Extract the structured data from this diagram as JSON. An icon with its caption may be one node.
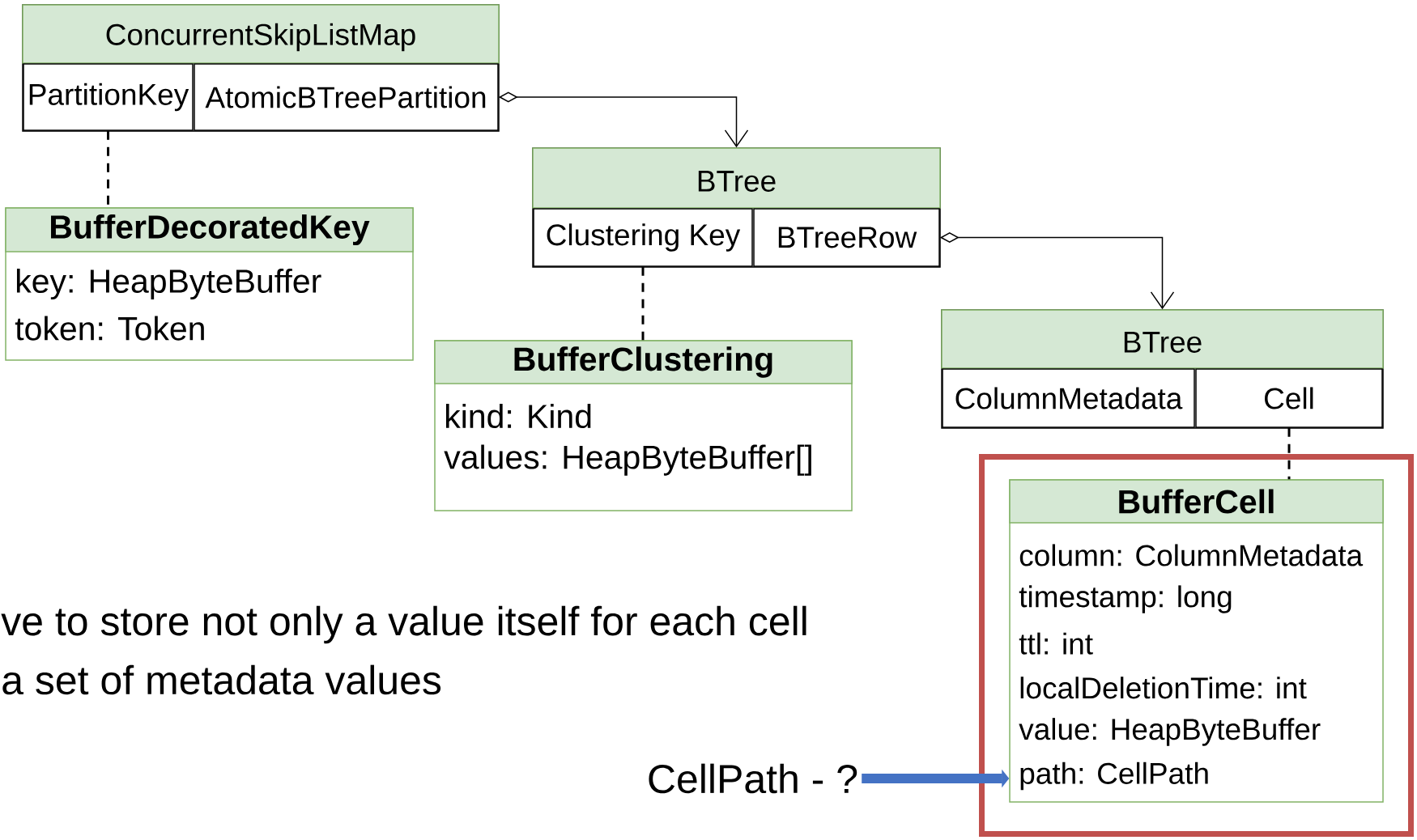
{
  "diagram": {
    "nodes": [
      {
        "text": [
          "ConcurrentSkipListMap"
        ]
      },
      {
        "text": [
          "PartitionKey"
        ],
        "in": 0
      },
      {
        "text": [
          "AtomicBTreePartition"
        ],
        "in": 0
      },
      {
        "text": [
          "BufferDecoratedKey",
          "key: HeapByteBuffer",
          "token: Token"
        ]
      },
      {
        "text": [
          "BTree"
        ]
      },
      {
        "text": [
          "Clustering Key"
        ],
        "in": 4
      },
      {
        "text": [
          "BTreeRow"
        ],
        "in": 4
      },
      {
        "text": [
          "BufferClustering",
          "kind: Kind",
          "values: HeapByteBuffer[]"
        ]
      },
      {
        "text": [
          "BTree"
        ]
      },
      {
        "text": [
          "ColumnMetadata"
        ],
        "in": 8
      },
      {
        "text": [
          "Cell"
        ],
        "in": 8
      },
      {
        "text": [],
        "shape": "box"
      },
      {
        "text": [
          "BufferCell",
          "column: ColumnMetadata",
          "timestamp: long",
          "ttl: int",
          "localDeletionTime: int",
          "value: HeapByteBuffer",
          "path: CellPath"
        ],
        "in": 11
      },
      {
        "text": [
          "CellPath - ?"
        ]
      }
    ],
    "edges": [
      {
        "from": 2,
        "to": 4,
        "arrow": "to"
      },
      {
        "from": 1,
        "to": 3,
        "arrow": "none",
        "style": "dashed"
      },
      {
        "from": 6,
        "to": 8,
        "arrow": "to"
      },
      {
        "from": 5,
        "to": 7,
        "arrow": "none",
        "style": "dashed"
      },
      {
        "from": 10,
        "to": 12,
        "arrow": "none",
        "style": "dashed"
      },
      {
        "from": 13,
        "to": 12,
        "arrow": "to",
        "style": "thick",
        "color": "#4472c4"
      }
    ],
    "labels": [
      "ve to store not only a value itself for each cell",
      "a set of metadata values"
    ]
  }
}
